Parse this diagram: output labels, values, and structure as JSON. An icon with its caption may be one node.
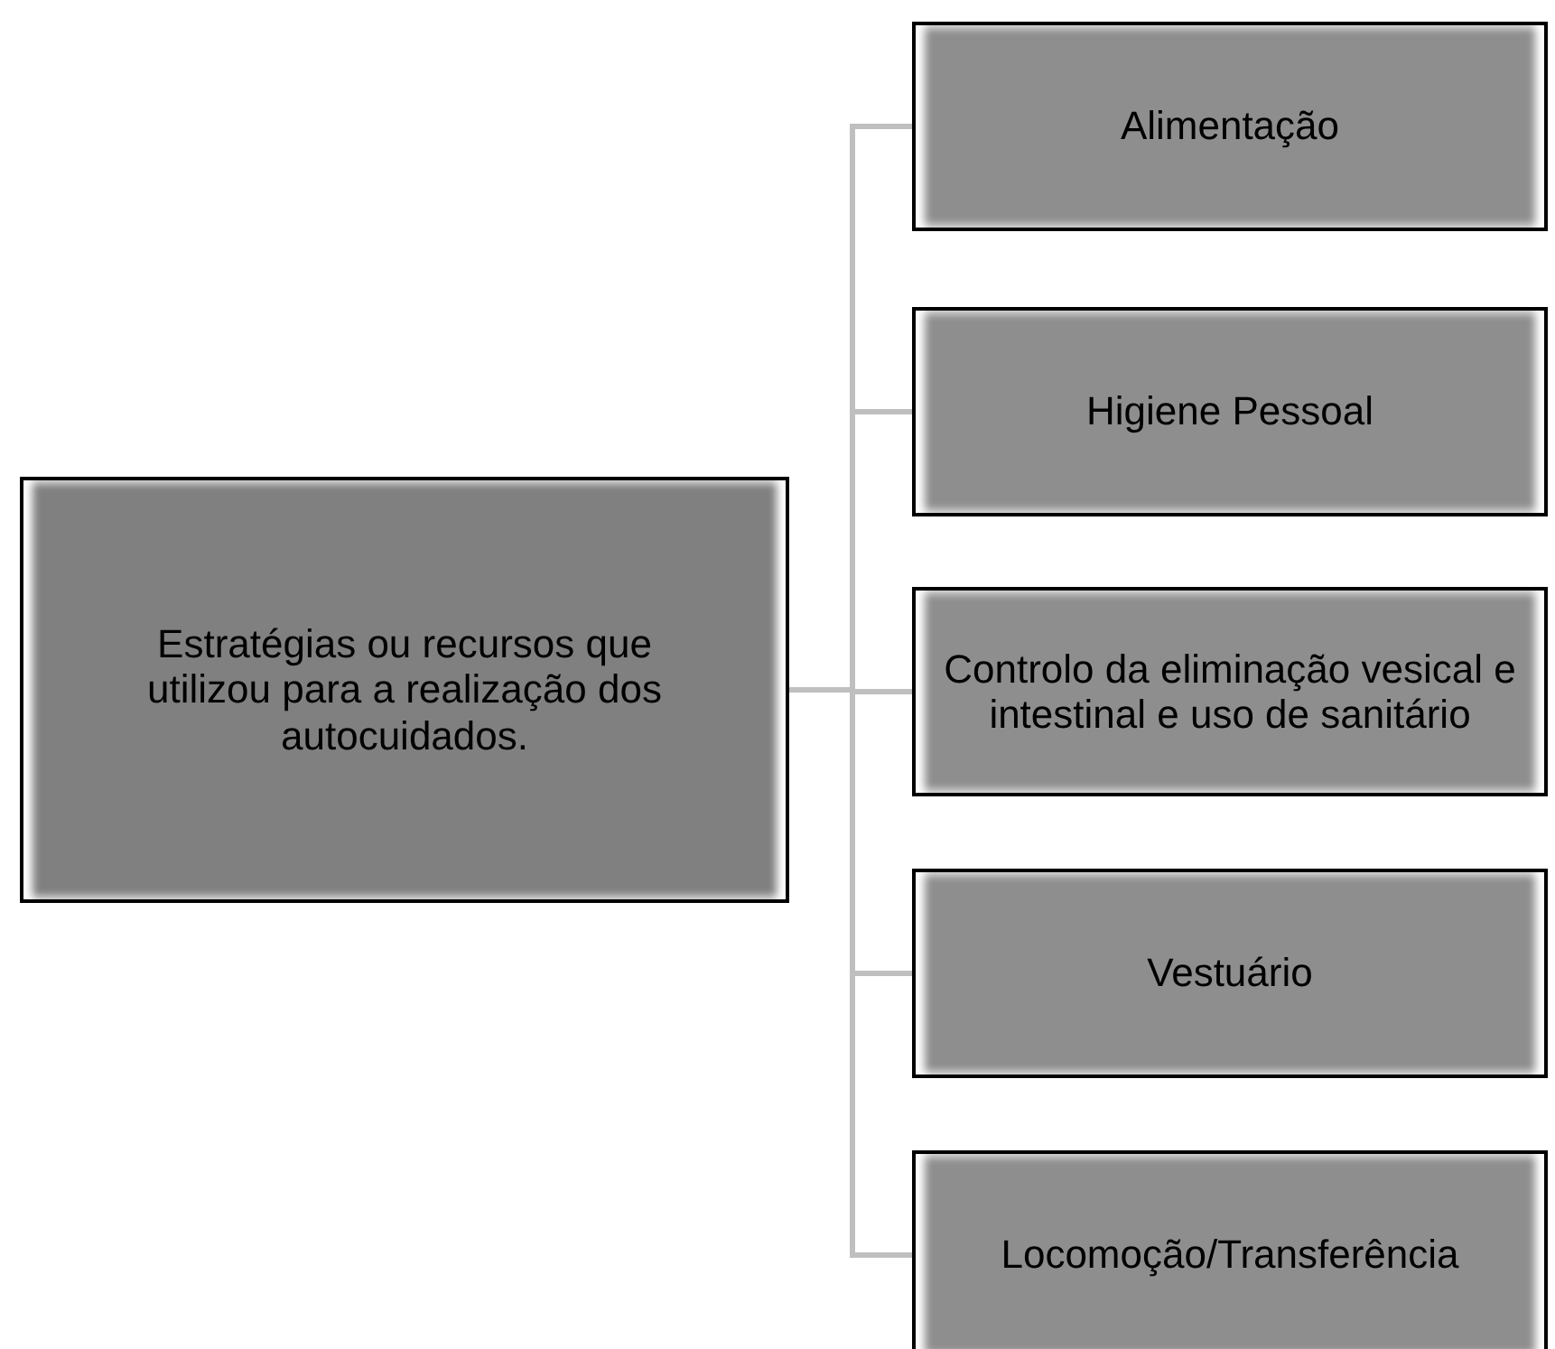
{
  "diagram": {
    "nodes": [
      {
        "text": [
          "Estratégias ou recursos que utilizou para a realização dos autocuidados."
        ]
      },
      {
        "text": [
          "Alimentação"
        ]
      },
      {
        "text": [
          "Higiene Pessoal"
        ]
      },
      {
        "text": [
          "Controlo da eliminação vesical e intestinal e uso de sanitário"
        ]
      },
      {
        "text": [
          "Vestuário"
        ]
      },
      {
        "text": [
          "Locomoção/Transferência"
        ]
      }
    ],
    "edges": [
      {
        "from": 0,
        "to": 1,
        "arrow": "none"
      },
      {
        "from": 0,
        "to": 2,
        "arrow": "none"
      },
      {
        "from": 0,
        "to": 3,
        "arrow": "none"
      },
      {
        "from": 0,
        "to": 4,
        "arrow": "none"
      },
      {
        "from": 0,
        "to": 5,
        "arrow": "none"
      }
    ]
  }
}
